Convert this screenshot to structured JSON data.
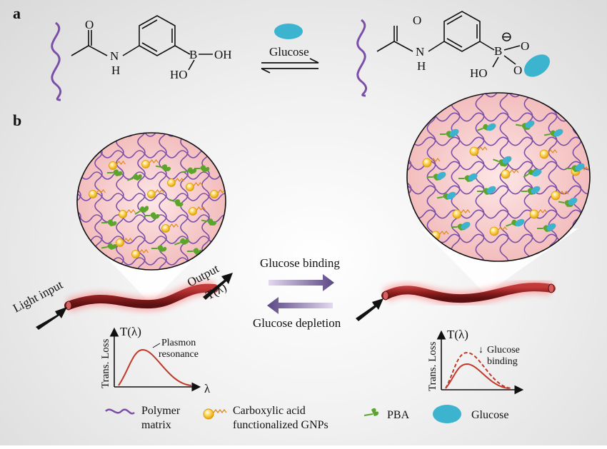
{
  "panels": {
    "a": "a",
    "b": "b"
  },
  "reaction": {
    "carbonyl_o": "O",
    "n": "N",
    "h": "H",
    "b_left": "B",
    "oh_right": "OH",
    "ho_left": "HO",
    "glucose_label": "Glucose",
    "b_right": "B",
    "o_top": "O",
    "o_bottom": "O",
    "charge": "⊖",
    "ho_right": "HO"
  },
  "fiber": {
    "light_input": "Light input",
    "output": "Output",
    "t_lambda": "T(λ)"
  },
  "process": {
    "binding": "Glucose binding",
    "depletion": "Glucose depletion"
  },
  "graph_left": {
    "ylabel": "Trans. Loss",
    "title": "T(λ)",
    "annotation_line1": "Plasmon",
    "annotation_line2": "resonance",
    "xlabel": "λ"
  },
  "graph_right": {
    "ylabel": "Trans. Loss",
    "title": "T(λ)",
    "arrow": "↓",
    "annotation_line1": "Glucose",
    "annotation_line2": "binding"
  },
  "legend": {
    "polymer_line1": "Polymer",
    "polymer_line2": "matrix",
    "gnp_line1": "Carboxylic acid",
    "gnp_line2": "functionalized GNPs",
    "pba": "PBA",
    "glucose": "Glucose"
  },
  "colors": {
    "polymer": "#7b4fa8",
    "gnp": "#f7c224",
    "pba": "#5aa62a",
    "glucose": "#3cb4cf",
    "fiber": "#8e1f1f",
    "hydrogel": "#f6cccc",
    "curve": "#c0392b",
    "arrow": "#6a568f"
  }
}
